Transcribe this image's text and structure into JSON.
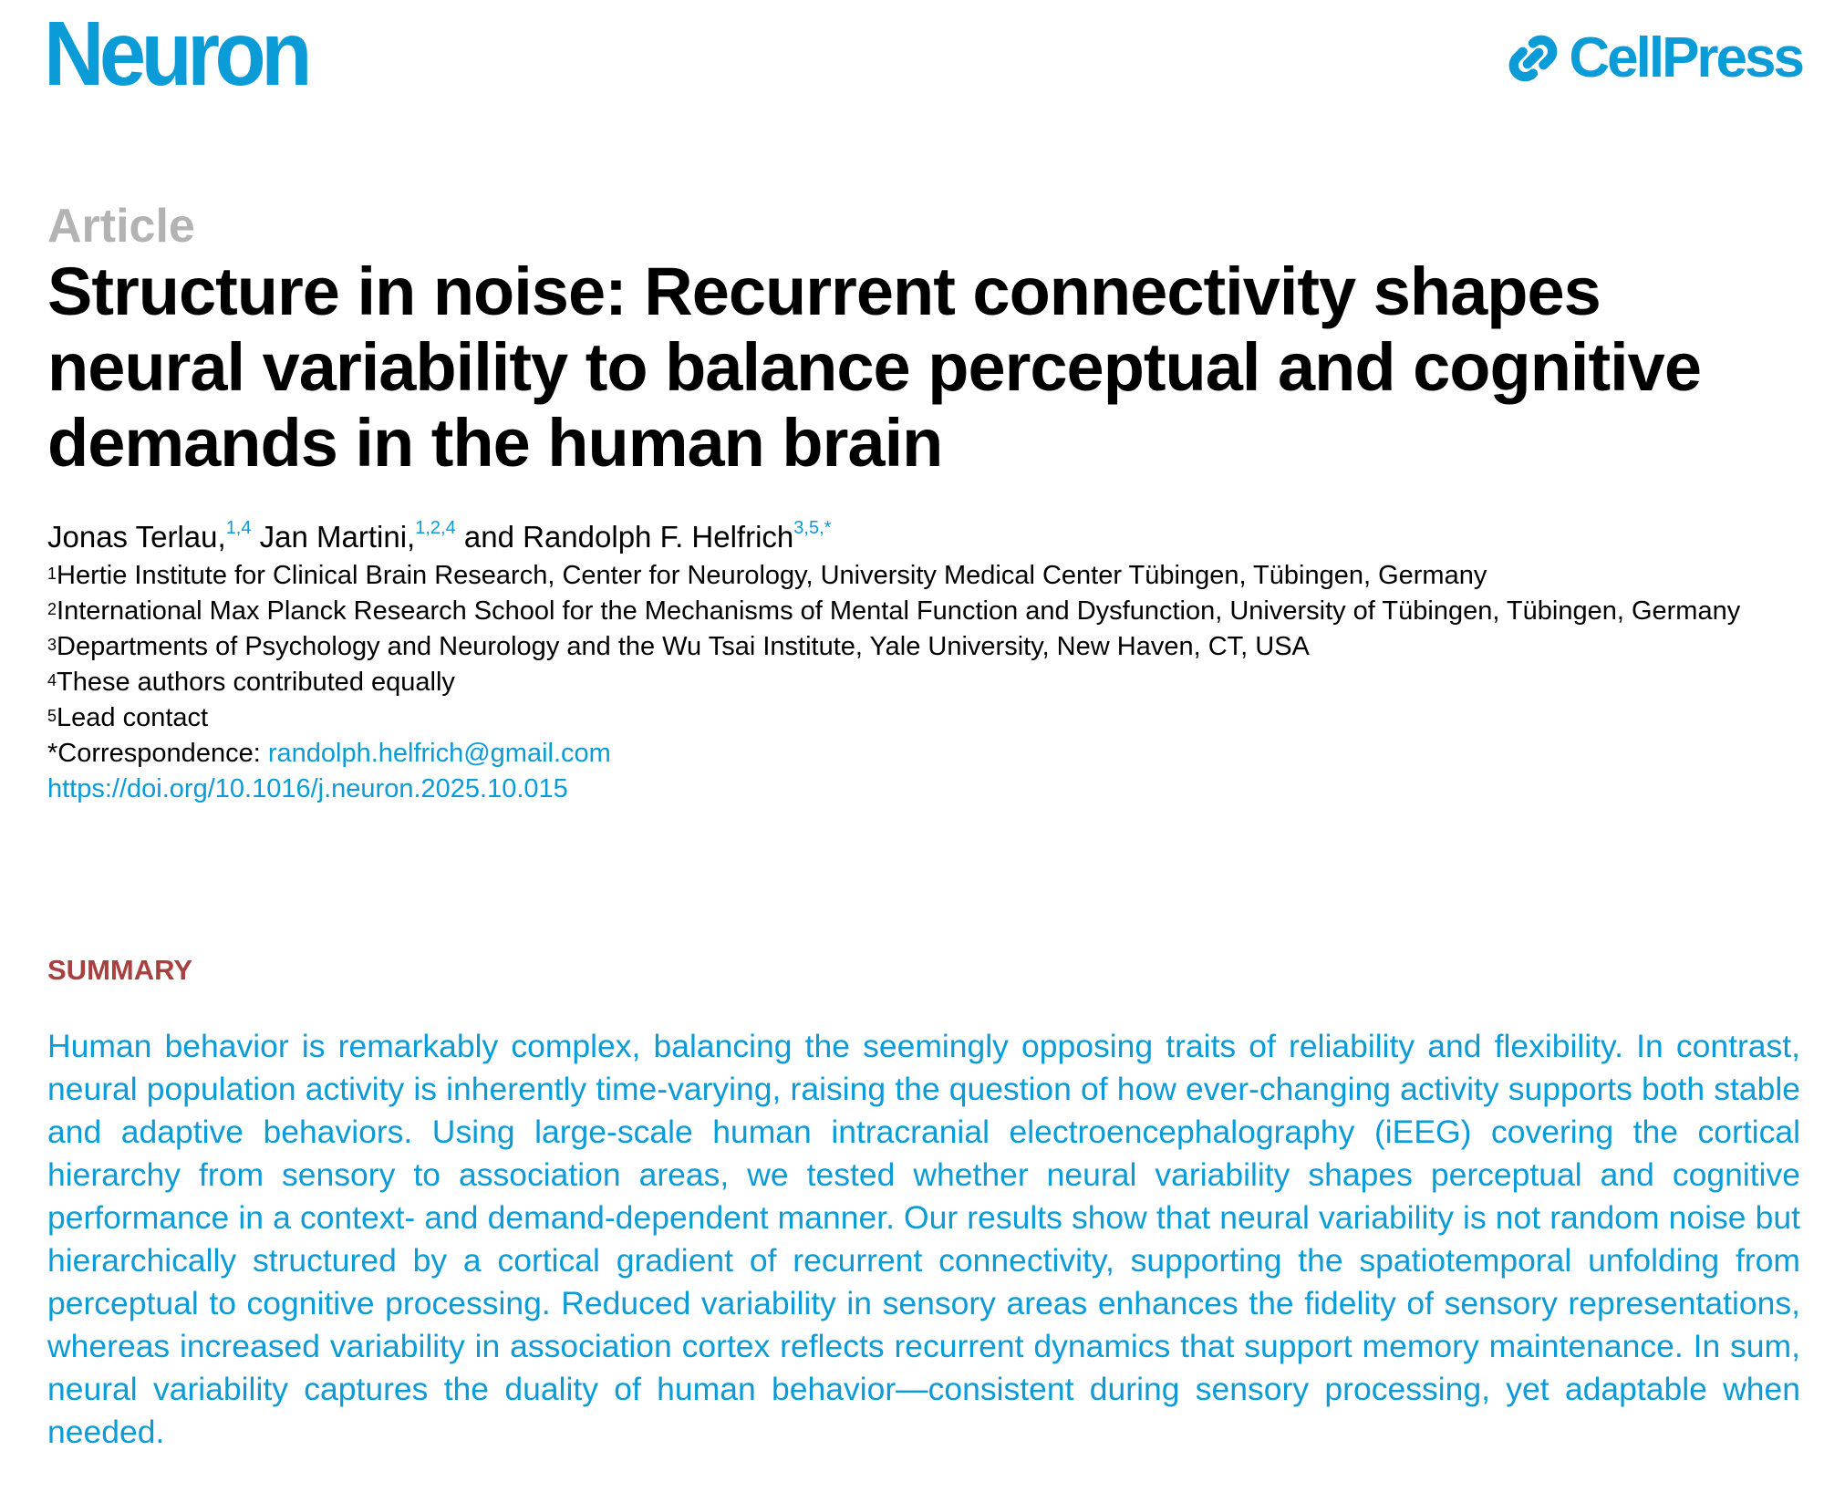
{
  "header": {
    "journal": "Neuron",
    "publisher": "CellPress"
  },
  "article_type": "Article",
  "title": "Structure in noise: Recurrent connectivity shapes neural variability to balance perceptual and cognitive demands in the human brain",
  "authors": [
    {
      "name": "Jonas Terlau,",
      "sup": "1,4"
    },
    {
      "name": " Jan Martini,",
      "sup": "1,2,4"
    },
    {
      "name": " and Randolph F. Helfrich",
      "sup": "3,5,*"
    }
  ],
  "affiliations": [
    {
      "sup": "1",
      "text": "Hertie Institute for Clinical Brain Research, Center for Neurology, University Medical Center Tübingen, Tübingen, Germany"
    },
    {
      "sup": "2",
      "text": "International Max Planck Research School for the Mechanisms of Mental Function and Dysfunction, University of Tübingen, Tübingen, Germany"
    },
    {
      "sup": "3",
      "text": "Departments of Psychology and Neurology and the Wu Tsai Institute, Yale University, New Haven, CT, USA"
    },
    {
      "sup": "4",
      "text": "These authors contributed equally"
    },
    {
      "sup": "5",
      "text": "Lead contact"
    }
  ],
  "correspondence": {
    "label": "*Correspondence: ",
    "email": "randolph.helfrich@gmail.com"
  },
  "doi": "https://doi.org/10.1016/j.neuron.2025.10.015",
  "summary": {
    "heading": "SUMMARY",
    "text": "Human behavior is remarkably complex, balancing the seemingly opposing traits of reliability and flexibility. In contrast, neural population activity is inherently time-varying, raising the question of how ever-changing activity supports both stable and adaptive behaviors. Using large-scale human intracranial electroencepha­lography (iEEG) covering the cortical hierarchy from sensory to association areas, we tested whether neural variability shapes perceptual and cognitive performance in a context- and demand-dependent manner. Our results show that neural variability is not random noise but hierarchically structured by a cortical gradient of recurrent connectivity, supporting the spatiotemporal unfolding from perceptual to cognitive processing. Reduced variability in sensory areas enhances the fidelity of sensory representations, whereas increased variability in association cortex reflects recurrent dynamics that support memory maintenance. In sum, neu­ral variability captures the duality of human behavior—consistent during sensory processing, yet adaptable when needed."
  }
}
